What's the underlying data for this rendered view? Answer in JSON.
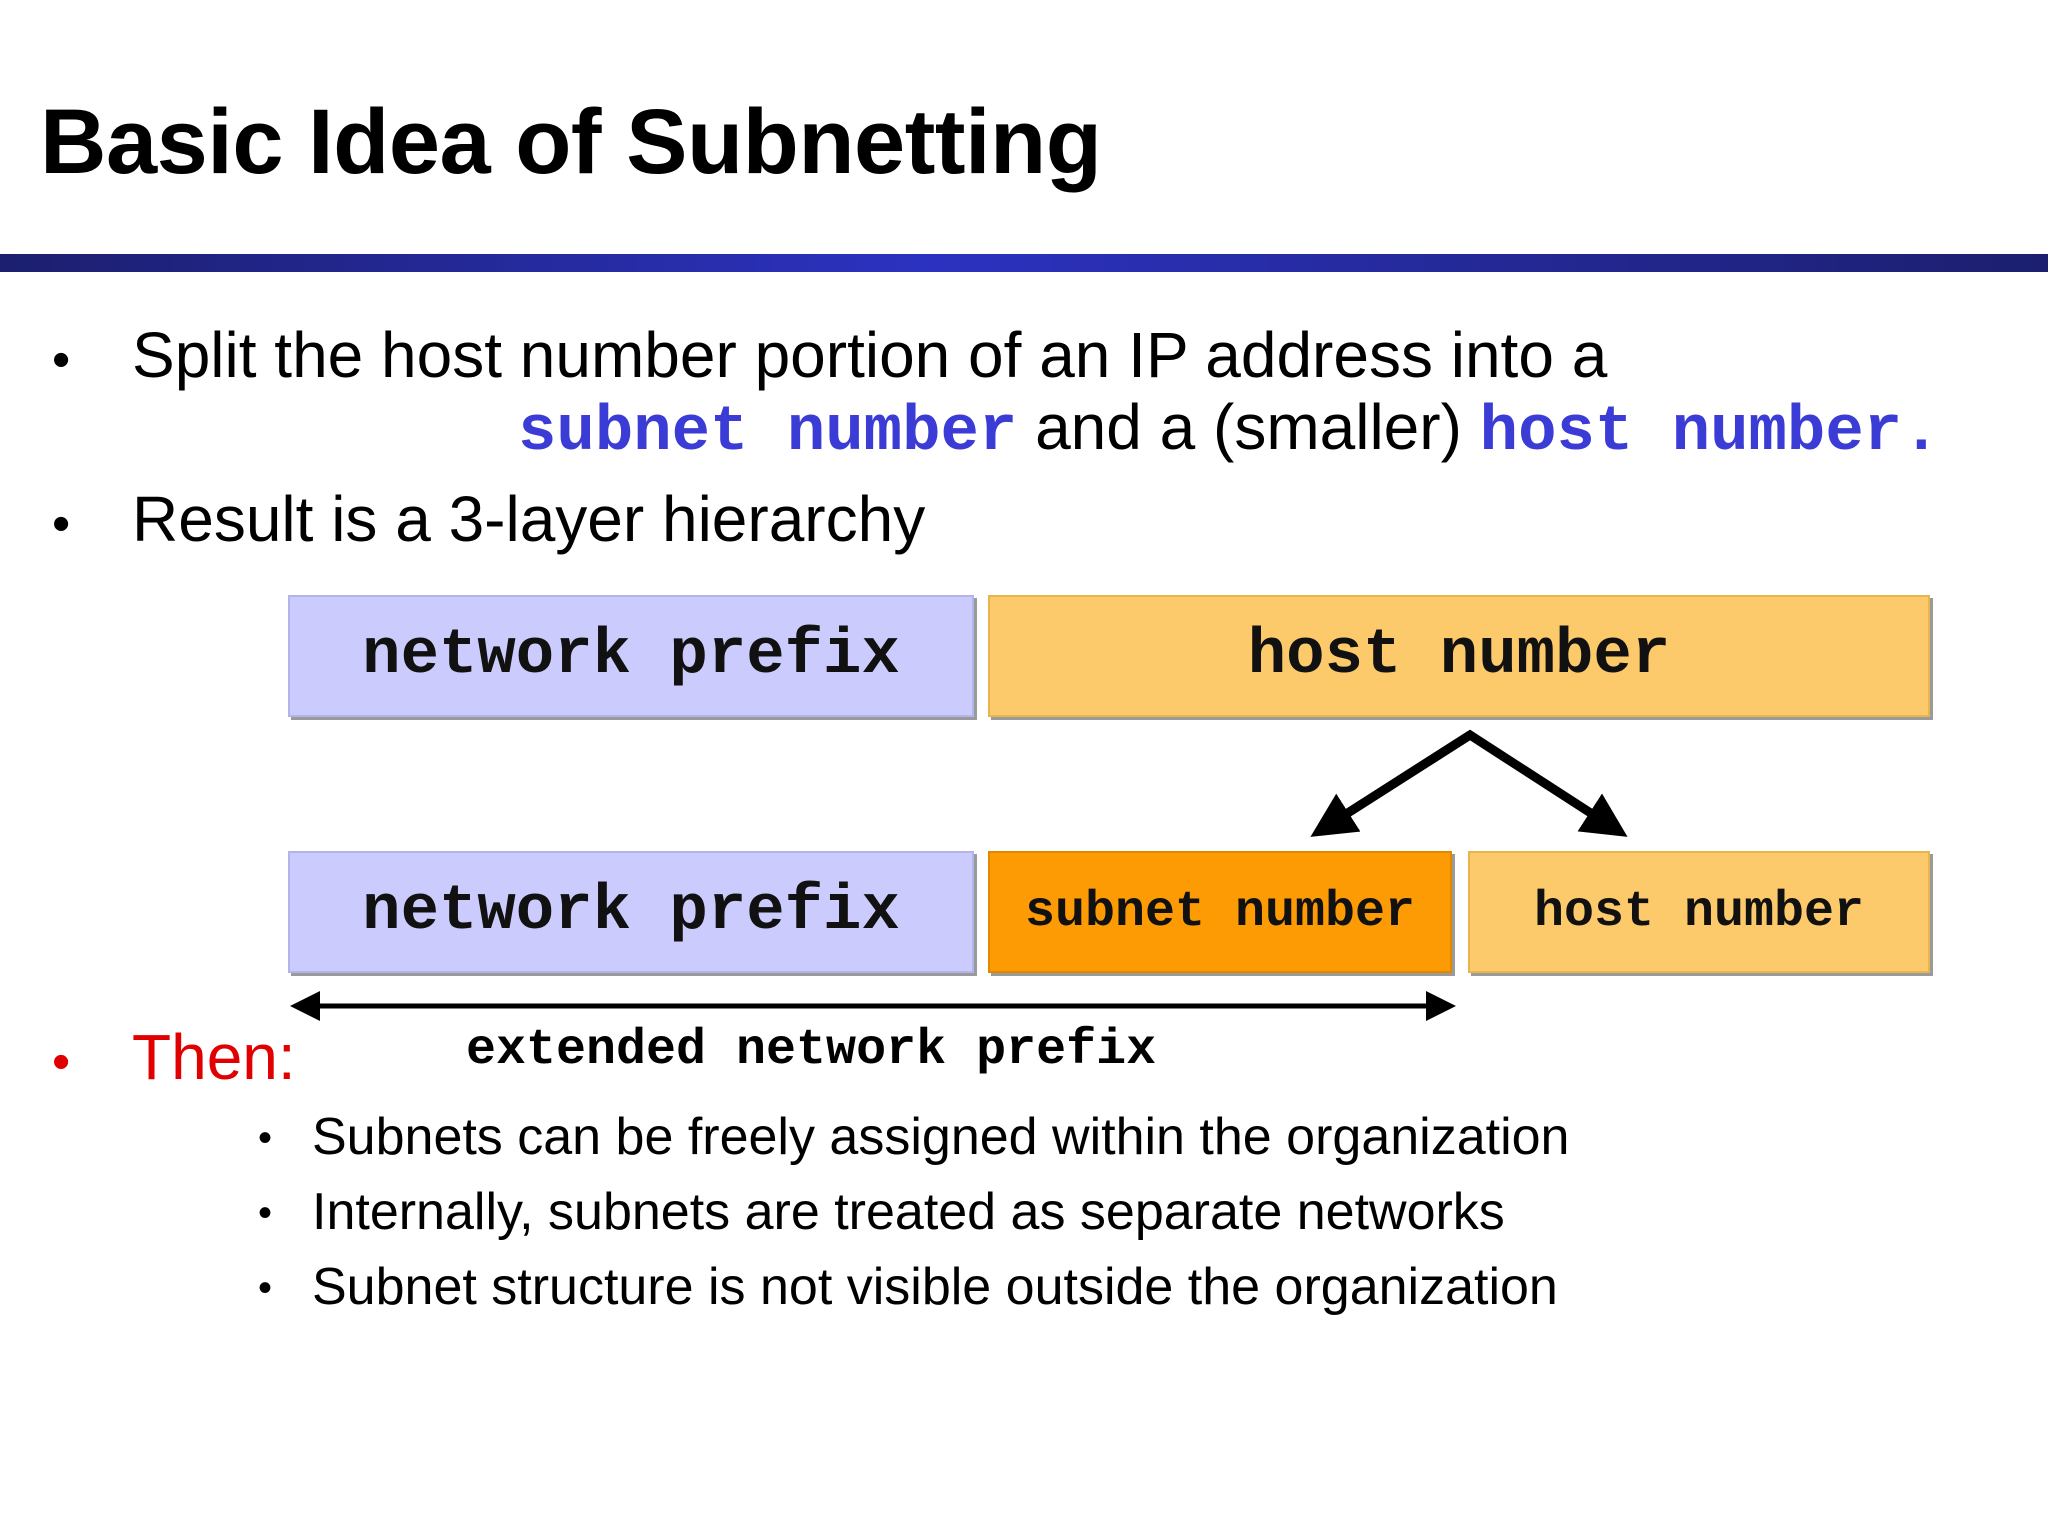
{
  "title": "Basic Idea of Subnetting",
  "bullets": {
    "b1_text": "Split the host number portion of an IP address into a",
    "b1_kw1": "subnet number",
    "b1_mid": "and a (smaller)",
    "b1_kw2": "host number",
    "b1_end": ".",
    "b2_text": "Result is a 3-layer hierarchy",
    "b3_text": "Then:"
  },
  "diagram": {
    "top_row": {
      "network": "network prefix",
      "host": "host number"
    },
    "bottom_row": {
      "network": "network prefix",
      "subnet": "subnet number",
      "host": "host number"
    },
    "extended_label": "extended network prefix"
  },
  "subbullets": [
    "Subnets can be freely assigned within the organization",
    "Internally, subnets are treated as separate networks",
    "Subnet structure is not visible outside the organization"
  ],
  "colors": {
    "rule": "#2c32c0",
    "keyword": "#3b3bd6",
    "then": "#e00000",
    "network_box": "#cbccfd",
    "host_box": "#fdca6b",
    "subnet_box": "#fd9b05"
  }
}
